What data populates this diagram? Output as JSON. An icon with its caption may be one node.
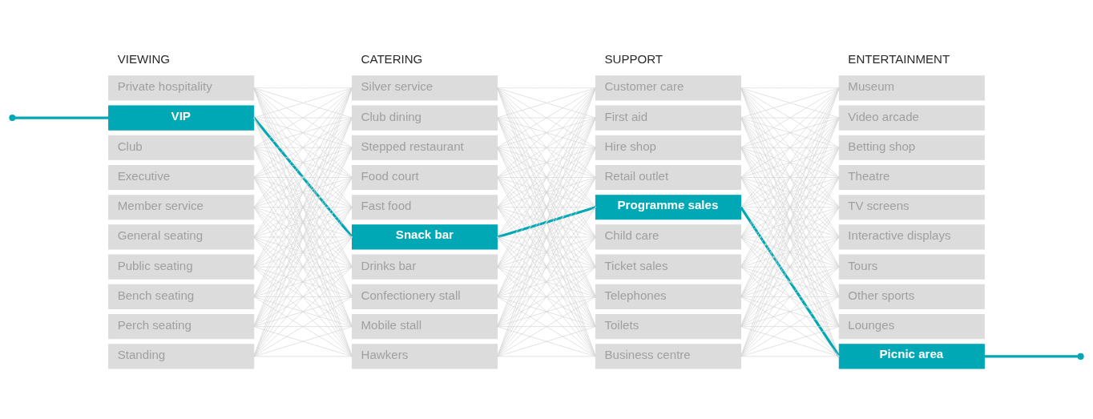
{
  "diagram": {
    "nodes": [
      {
        "text": [
          "Private hospitality"
        ]
      },
      {
        "text": [
          "VIP"
        ]
      },
      {
        "text": [
          "Club"
        ]
      },
      {
        "text": [
          "Executive"
        ]
      },
      {
        "text": [
          "Member service"
        ]
      },
      {
        "text": [
          "General seating"
        ]
      },
      {
        "text": [
          "Public seating"
        ]
      },
      {
        "text": [
          "Bench seating"
        ]
      },
      {
        "text": [
          "Perch seating"
        ]
      },
      {
        "text": [
          "Standing"
        ]
      },
      {
        "text": [
          "Silver service"
        ]
      },
      {
        "text": [
          "Club dining"
        ]
      },
      {
        "text": [
          "Stepped restaurant"
        ]
      },
      {
        "text": [
          "Food court"
        ]
      },
      {
        "text": [
          "Fast food"
        ]
      },
      {
        "text": [
          "Snack bar"
        ]
      },
      {
        "text": [
          "Drinks bar"
        ]
      },
      {
        "text": [
          "Confectionery stall"
        ]
      },
      {
        "text": [
          "Mobile stall"
        ]
      },
      {
        "text": [
          "Hawkers"
        ]
      },
      {
        "text": [
          "Customer care"
        ]
      },
      {
        "text": [
          "First aid"
        ]
      },
      {
        "text": [
          "Hire shop"
        ]
      },
      {
        "text": [
          "Retail outlet"
        ]
      },
      {
        "text": [
          "Programme sales"
        ]
      },
      {
        "text": [
          "Child care"
        ]
      },
      {
        "text": [
          "Ticket sales"
        ]
      },
      {
        "text": [
          "Telephones"
        ]
      },
      {
        "text": [
          "Toilets"
        ]
      },
      {
        "text": [
          "Business centre"
        ]
      },
      {
        "text": [
          "Museum"
        ]
      },
      {
        "text": [
          "Video arcade"
        ]
      },
      {
        "text": [
          "Betting shop"
        ]
      },
      {
        "text": [
          "Theatre"
        ]
      },
      {
        "text": [
          "TV screens"
        ]
      },
      {
        "text": [
          "Interactive displays"
        ]
      },
      {
        "text": [
          "Tours"
        ]
      },
      {
        "text": [
          "Other sports"
        ]
      },
      {
        "text": [
          "Lounges"
        ]
      },
      {
        "text": [
          "Picnic area"
        ]
      }
    ],
    "edges": [
      {
        "from": 0,
        "to": 10,
        "arrow": "none"
      },
      {
        "from": 0,
        "to": 11,
        "arrow": "none"
      },
      {
        "from": 0,
        "to": 12,
        "arrow": "none"
      },
      {
        "from": 0,
        "to": 13,
        "arrow": "none"
      },
      {
        "from": 0,
        "to": 14,
        "arrow": "none"
      },
      {
        "from": 0,
        "to": 15,
        "arrow": "none"
      },
      {
        "from": 0,
        "to": 16,
        "arrow": "none"
      },
      {
        "from": 0,
        "to": 17,
        "arrow": "none"
      },
      {
        "from": 0,
        "to": 18,
        "arrow": "none"
      },
      {
        "from": 0,
        "to": 19,
        "arrow": "none"
      },
      {
        "from": 1,
        "to": 10,
        "arrow": "none"
      },
      {
        "from": 1,
        "to": 11,
        "arrow": "none"
      },
      {
        "from": 1,
        "to": 12,
        "arrow": "none"
      },
      {
        "from": 1,
        "to": 13,
        "arrow": "none"
      },
      {
        "from": 1,
        "to": 14,
        "arrow": "none"
      },
      {
        "from": 1,
        "to": 16,
        "arrow": "none"
      },
      {
        "from": 1,
        "to": 17,
        "arrow": "none"
      },
      {
        "from": 1,
        "to": 18,
        "arrow": "none"
      },
      {
        "from": 1,
        "to": 19,
        "arrow": "none"
      },
      {
        "from": 2,
        "to": 10,
        "arrow": "none"
      },
      {
        "from": 2,
        "to": 11,
        "arrow": "none"
      },
      {
        "from": 2,
        "to": 12,
        "arrow": "none"
      },
      {
        "from": 2,
        "to": 13,
        "arrow": "none"
      },
      {
        "from": 2,
        "to": 14,
        "arrow": "none"
      },
      {
        "from": 2,
        "to": 15,
        "arrow": "none"
      },
      {
        "from": 2,
        "to": 16,
        "arrow": "none"
      },
      {
        "from": 2,
        "to": 17,
        "arrow": "none"
      },
      {
        "from": 2,
        "to": 18,
        "arrow": "none"
      },
      {
        "from": 2,
        "to": 19,
        "arrow": "none"
      },
      {
        "from": 3,
        "to": 10,
        "arrow": "none"
      },
      {
        "from": 3,
        "to": 11,
        "arrow": "none"
      },
      {
        "from": 3,
        "to": 12,
        "arrow": "none"
      },
      {
        "from": 3,
        "to": 13,
        "arrow": "none"
      },
      {
        "from": 3,
        "to": 14,
        "arrow": "none"
      },
      {
        "from": 3,
        "to": 15,
        "arrow": "none"
      },
      {
        "from": 3,
        "to": 16,
        "arrow": "none"
      },
      {
        "from": 3,
        "to": 17,
        "arrow": "none"
      },
      {
        "from": 3,
        "to": 18,
        "arrow": "none"
      },
      {
        "from": 3,
        "to": 19,
        "arrow": "none"
      },
      {
        "from": 4,
        "to": 10,
        "arrow": "none"
      },
      {
        "from": 4,
        "to": 11,
        "arrow": "none"
      },
      {
        "from": 4,
        "to": 12,
        "arrow": "none"
      },
      {
        "from": 4,
        "to": 13,
        "arrow": "none"
      },
      {
        "from": 4,
        "to": 14,
        "arrow": "none"
      },
      {
        "from": 4,
        "to": 15,
        "arrow": "none"
      },
      {
        "from": 4,
        "to": 16,
        "arrow": "none"
      },
      {
        "from": 4,
        "to": 17,
        "arrow": "none"
      },
      {
        "from": 4,
        "to": 18,
        "arrow": "none"
      },
      {
        "from": 4,
        "to": 19,
        "arrow": "none"
      },
      {
        "from": 5,
        "to": 10,
        "arrow": "none"
      },
      {
        "from": 5,
        "to": 11,
        "arrow": "none"
      },
      {
        "from": 5,
        "to": 12,
        "arrow": "none"
      },
      {
        "from": 5,
        "to": 13,
        "arrow": "none"
      },
      {
        "from": 5,
        "to": 14,
        "arrow": "none"
      },
      {
        "from": 5,
        "to": 15,
        "arrow": "none"
      },
      {
        "from": 5,
        "to": 16,
        "arrow": "none"
      },
      {
        "from": 5,
        "to": 17,
        "arrow": "none"
      },
      {
        "from": 5,
        "to": 18,
        "arrow": "none"
      },
      {
        "from": 5,
        "to": 19,
        "arrow": "none"
      },
      {
        "from": 6,
        "to": 10,
        "arrow": "none"
      },
      {
        "from": 6,
        "to": 11,
        "arrow": "none"
      },
      {
        "from": 6,
        "to": 12,
        "arrow": "none"
      },
      {
        "from": 6,
        "to": 13,
        "arrow": "none"
      },
      {
        "from": 6,
        "to": 14,
        "arrow": "none"
      },
      {
        "from": 6,
        "to": 15,
        "arrow": "none"
      },
      {
        "from": 6,
        "to": 16,
        "arrow": "none"
      },
      {
        "from": 6,
        "to": 17,
        "arrow": "none"
      },
      {
        "from": 6,
        "to": 18,
        "arrow": "none"
      },
      {
        "from": 6,
        "to": 19,
        "arrow": "none"
      },
      {
        "from": 7,
        "to": 10,
        "arrow": "none"
      },
      {
        "from": 7,
        "to": 11,
        "arrow": "none"
      },
      {
        "from": 7,
        "to": 12,
        "arrow": "none"
      },
      {
        "from": 7,
        "to": 13,
        "arrow": "none"
      },
      {
        "from": 7,
        "to": 14,
        "arrow": "none"
      },
      {
        "from": 7,
        "to": 15,
        "arrow": "none"
      },
      {
        "from": 7,
        "to": 16,
        "arrow": "none"
      },
      {
        "from": 7,
        "to": 17,
        "arrow": "none"
      },
      {
        "from": 7,
        "to": 18,
        "arrow": "none"
      },
      {
        "from": 7,
        "to": 19,
        "arrow": "none"
      },
      {
        "from": 8,
        "to": 10,
        "arrow": "none"
      },
      {
        "from": 8,
        "to": 11,
        "arrow": "none"
      },
      {
        "from": 8,
        "to": 12,
        "arrow": "none"
      },
      {
        "from": 8,
        "to": 13,
        "arrow": "none"
      },
      {
        "from": 8,
        "to": 14,
        "arrow": "none"
      },
      {
        "from": 8,
        "to": 15,
        "arrow": "none"
      },
      {
        "from": 8,
        "to": 16,
        "arrow": "none"
      },
      {
        "from": 8,
        "to": 17,
        "arrow": "none"
      },
      {
        "from": 8,
        "to": 18,
        "arrow": "none"
      },
      {
        "from": 8,
        "to": 19,
        "arrow": "none"
      },
      {
        "from": 9,
        "to": 10,
        "arrow": "none"
      },
      {
        "from": 9,
        "to": 11,
        "arrow": "none"
      },
      {
        "from": 9,
        "to": 12,
        "arrow": "none"
      },
      {
        "from": 9,
        "to": 13,
        "arrow": "none"
      },
      {
        "from": 9,
        "to": 14,
        "arrow": "none"
      },
      {
        "from": 9,
        "to": 15,
        "arrow": "none"
      },
      {
        "from": 9,
        "to": 16,
        "arrow": "none"
      },
      {
        "from": 9,
        "to": 17,
        "arrow": "none"
      },
      {
        "from": 9,
        "to": 18,
        "arrow": "none"
      },
      {
        "from": 9,
        "to": 19,
        "arrow": "none"
      },
      {
        "from": 10,
        "to": 20,
        "arrow": "none"
      },
      {
        "from": 10,
        "to": 21,
        "arrow": "none"
      },
      {
        "from": 10,
        "to": 22,
        "arrow": "none"
      },
      {
        "from": 10,
        "to": 23,
        "arrow": "none"
      },
      {
        "from": 10,
        "to": 24,
        "arrow": "none"
      },
      {
        "from": 10,
        "to": 25,
        "arrow": "none"
      },
      {
        "from": 10,
        "to": 26,
        "arrow": "none"
      },
      {
        "from": 10,
        "to": 27,
        "arrow": "none"
      },
      {
        "from": 10,
        "to": 28,
        "arrow": "none"
      },
      {
        "from": 10,
        "to": 29,
        "arrow": "none"
      },
      {
        "from": 11,
        "to": 20,
        "arrow": "none"
      },
      {
        "from": 11,
        "to": 21,
        "arrow": "none"
      },
      {
        "from": 11,
        "to": 22,
        "arrow": "none"
      },
      {
        "from": 11,
        "to": 23,
        "arrow": "none"
      },
      {
        "from": 11,
        "to": 24,
        "arrow": "none"
      },
      {
        "from": 11,
        "to": 25,
        "arrow": "none"
      },
      {
        "from": 11,
        "to": 26,
        "arrow": "none"
      },
      {
        "from": 11,
        "to": 27,
        "arrow": "none"
      },
      {
        "from": 11,
        "to": 28,
        "arrow": "none"
      },
      {
        "from": 11,
        "to": 29,
        "arrow": "none"
      },
      {
        "from": 12,
        "to": 20,
        "arrow": "none"
      },
      {
        "from": 12,
        "to": 21,
        "arrow": "none"
      },
      {
        "from": 12,
        "to": 22,
        "arrow": "none"
      },
      {
        "from": 12,
        "to": 23,
        "arrow": "none"
      },
      {
        "from": 12,
        "to": 24,
        "arrow": "none"
      },
      {
        "from": 12,
        "to": 25,
        "arrow": "none"
      },
      {
        "from": 12,
        "to": 26,
        "arrow": "none"
      },
      {
        "from": 12,
        "to": 27,
        "arrow": "none"
      },
      {
        "from": 12,
        "to": 28,
        "arrow": "none"
      },
      {
        "from": 12,
        "to": 29,
        "arrow": "none"
      },
      {
        "from": 13,
        "to": 20,
        "arrow": "none"
      },
      {
        "from": 13,
        "to": 21,
        "arrow": "none"
      },
      {
        "from": 13,
        "to": 22,
        "arrow": "none"
      },
      {
        "from": 13,
        "to": 23,
        "arrow": "none"
      },
      {
        "from": 13,
        "to": 24,
        "arrow": "none"
      },
      {
        "from": 13,
        "to": 25,
        "arrow": "none"
      },
      {
        "from": 13,
        "to": 26,
        "arrow": "none"
      },
      {
        "from": 13,
        "to": 27,
        "arrow": "none"
      },
      {
        "from": 13,
        "to": 28,
        "arrow": "none"
      },
      {
        "from": 13,
        "to": 29,
        "arrow": "none"
      },
      {
        "from": 14,
        "to": 20,
        "arrow": "none"
      },
      {
        "from": 14,
        "to": 21,
        "arrow": "none"
      },
      {
        "from": 14,
        "to": 22,
        "arrow": "none"
      },
      {
        "from": 14,
        "to": 23,
        "arrow": "none"
      },
      {
        "from": 14,
        "to": 24,
        "arrow": "none"
      },
      {
        "from": 14,
        "to": 25,
        "arrow": "none"
      },
      {
        "from": 14,
        "to": 26,
        "arrow": "none"
      },
      {
        "from": 14,
        "to": 27,
        "arrow": "none"
      },
      {
        "from": 14,
        "to": 28,
        "arrow": "none"
      },
      {
        "from": 14,
        "to": 29,
        "arrow": "none"
      },
      {
        "from": 15,
        "to": 20,
        "arrow": "none"
      },
      {
        "from": 15,
        "to": 21,
        "arrow": "none"
      },
      {
        "from": 15,
        "to": 22,
        "arrow": "none"
      },
      {
        "from": 15,
        "to": 23,
        "arrow": "none"
      },
      {
        "from": 15,
        "to": 25,
        "arrow": "none"
      },
      {
        "from": 15,
        "to": 26,
        "arrow": "none"
      },
      {
        "from": 15,
        "to": 27,
        "arrow": "none"
      },
      {
        "from": 15,
        "to": 28,
        "arrow": "none"
      },
      {
        "from": 15,
        "to": 29,
        "arrow": "none"
      },
      {
        "from": 16,
        "to": 20,
        "arrow": "none"
      },
      {
        "from": 16,
        "to": 21,
        "arrow": "none"
      },
      {
        "from": 16,
        "to": 22,
        "arrow": "none"
      },
      {
        "from": 16,
        "to": 23,
        "arrow": "none"
      },
      {
        "from": 16,
        "to": 24,
        "arrow": "none"
      },
      {
        "from": 16,
        "to": 25,
        "arrow": "none"
      },
      {
        "from": 16,
        "to": 26,
        "arrow": "none"
      },
      {
        "from": 16,
        "to": 27,
        "arrow": "none"
      },
      {
        "from": 16,
        "to": 28,
        "arrow": "none"
      },
      {
        "from": 16,
        "to": 29,
        "arrow": "none"
      },
      {
        "from": 17,
        "to": 20,
        "arrow": "none"
      },
      {
        "from": 17,
        "to": 21,
        "arrow": "none"
      },
      {
        "from": 17,
        "to": 22,
        "arrow": "none"
      },
      {
        "from": 17,
        "to": 23,
        "arrow": "none"
      },
      {
        "from": 17,
        "to": 24,
        "arrow": "none"
      },
      {
        "from": 17,
        "to": 25,
        "arrow": "none"
      },
      {
        "from": 17,
        "to": 26,
        "arrow": "none"
      },
      {
        "from": 17,
        "to": 27,
        "arrow": "none"
      },
      {
        "from": 17,
        "to": 28,
        "arrow": "none"
      },
      {
        "from": 17,
        "to": 29,
        "arrow": "none"
      },
      {
        "from": 18,
        "to": 20,
        "arrow": "none"
      },
      {
        "from": 18,
        "to": 21,
        "arrow": "none"
      },
      {
        "from": 18,
        "to": 22,
        "arrow": "none"
      },
      {
        "from": 18,
        "to": 23,
        "arrow": "none"
      },
      {
        "from": 18,
        "to": 24,
        "arrow": "none"
      },
      {
        "from": 18,
        "to": 25,
        "arrow": "none"
      },
      {
        "from": 18,
        "to": 26,
        "arrow": "none"
      },
      {
        "from": 18,
        "to": 27,
        "arrow": "none"
      },
      {
        "from": 18,
        "to": 28,
        "arrow": "none"
      },
      {
        "from": 18,
        "to": 29,
        "arrow": "none"
      },
      {
        "from": 19,
        "to": 20,
        "arrow": "none"
      },
      {
        "from": 19,
        "to": 21,
        "arrow": "none"
      },
      {
        "from": 19,
        "to": 22,
        "arrow": "none"
      },
      {
        "from": 19,
        "to": 23,
        "arrow": "none"
      },
      {
        "from": 19,
        "to": 24,
        "arrow": "none"
      },
      {
        "from": 19,
        "to": 25,
        "arrow": "none"
      },
      {
        "from": 19,
        "to": 26,
        "arrow": "none"
      },
      {
        "from": 19,
        "to": 27,
        "arrow": "none"
      },
      {
        "from": 19,
        "to": 28,
        "arrow": "none"
      },
      {
        "from": 19,
        "to": 29,
        "arrow": "none"
      },
      {
        "from": 20,
        "to": 30,
        "arrow": "none"
      },
      {
        "from": 20,
        "to": 31,
        "arrow": "none"
      },
      {
        "from": 20,
        "to": 32,
        "arrow": "none"
      },
      {
        "from": 20,
        "to": 33,
        "arrow": "none"
      },
      {
        "from": 20,
        "to": 34,
        "arrow": "none"
      },
      {
        "from": 20,
        "to": 35,
        "arrow": "none"
      },
      {
        "from": 20,
        "to": 36,
        "arrow": "none"
      },
      {
        "from": 20,
        "to": 37,
        "arrow": "none"
      },
      {
        "from": 20,
        "to": 38,
        "arrow": "none"
      },
      {
        "from": 20,
        "to": 39,
        "arrow": "none"
      },
      {
        "from": 21,
        "to": 30,
        "arrow": "none"
      },
      {
        "from": 21,
        "to": 31,
        "arrow": "none"
      },
      {
        "from": 21,
        "to": 32,
        "arrow": "none"
      },
      {
        "from": 21,
        "to": 33,
        "arrow": "none"
      },
      {
        "from": 21,
        "to": 34,
        "arrow": "none"
      },
      {
        "from": 21,
        "to": 35,
        "arrow": "none"
      },
      {
        "from": 21,
        "to": 36,
        "arrow": "none"
      },
      {
        "from": 21,
        "to": 37,
        "arrow": "none"
      },
      {
        "from": 21,
        "to": 38,
        "arrow": "none"
      },
      {
        "from": 21,
        "to": 39,
        "arrow": "none"
      },
      {
        "from": 22,
        "to": 30,
        "arrow": "none"
      },
      {
        "from": 22,
        "to": 31,
        "arrow": "none"
      },
      {
        "from": 22,
        "to": 32,
        "arrow": "none"
      },
      {
        "from": 22,
        "to": 33,
        "arrow": "none"
      },
      {
        "from": 22,
        "to": 34,
        "arrow": "none"
      },
      {
        "from": 22,
        "to": 35,
        "arrow": "none"
      },
      {
        "from": 22,
        "to": 36,
        "arrow": "none"
      },
      {
        "from": 22,
        "to": 37,
        "arrow": "none"
      },
      {
        "from": 22,
        "to": 38,
        "arrow": "none"
      },
      {
        "from": 22,
        "to": 39,
        "arrow": "none"
      },
      {
        "from": 23,
        "to": 30,
        "arrow": "none"
      },
      {
        "from": 23,
        "to": 31,
        "arrow": "none"
      },
      {
        "from": 23,
        "to": 32,
        "arrow": "none"
      },
      {
        "from": 23,
        "to": 33,
        "arrow": "none"
      },
      {
        "from": 23,
        "to": 34,
        "arrow": "none"
      },
      {
        "from": 23,
        "to": 35,
        "arrow": "none"
      },
      {
        "from": 23,
        "to": 36,
        "arrow": "none"
      },
      {
        "from": 23,
        "to": 37,
        "arrow": "none"
      },
      {
        "from": 23,
        "to": 38,
        "arrow": "none"
      },
      {
        "from": 23,
        "to": 39,
        "arrow": "none"
      },
      {
        "from": 24,
        "to": 30,
        "arrow": "none"
      },
      {
        "from": 24,
        "to": 31,
        "arrow": "none"
      },
      {
        "from": 24,
        "to": 32,
        "arrow": "none"
      },
      {
        "from": 24,
        "to": 33,
        "arrow": "none"
      },
      {
        "from": 24,
        "to": 34,
        "arrow": "none"
      },
      {
        "from": 24,
        "to": 35,
        "arrow": "none"
      },
      {
        "from": 24,
        "to": 36,
        "arrow": "none"
      },
      {
        "from": 24,
        "to": 37,
        "arrow": "none"
      },
      {
        "from": 24,
        "to": 38,
        "arrow": "none"
      },
      {
        "from": 25,
        "to": 30,
        "arrow": "none"
      },
      {
        "from": 25,
        "to": 31,
        "arrow": "none"
      },
      {
        "from": 25,
        "to": 32,
        "arrow": "none"
      },
      {
        "from": 25,
        "to": 33,
        "arrow": "none"
      },
      {
        "from": 25,
        "to": 34,
        "arrow": "none"
      },
      {
        "from": 25,
        "to": 35,
        "arrow": "none"
      },
      {
        "from": 25,
        "to": 36,
        "arrow": "none"
      },
      {
        "from": 25,
        "to": 37,
        "arrow": "none"
      },
      {
        "from": 25,
        "to": 38,
        "arrow": "none"
      },
      {
        "from": 25,
        "to": 39,
        "arrow": "none"
      },
      {
        "from": 26,
        "to": 30,
        "arrow": "none"
      },
      {
        "from": 26,
        "to": 31,
        "arrow": "none"
      },
      {
        "from": 26,
        "to": 32,
        "arrow": "none"
      },
      {
        "from": 26,
        "to": 33,
        "arrow": "none"
      },
      {
        "from": 26,
        "to": 34,
        "arrow": "none"
      },
      {
        "from": 26,
        "to": 35,
        "arrow": "none"
      },
      {
        "from": 26,
        "to": 36,
        "arrow": "none"
      },
      {
        "from": 26,
        "to": 37,
        "arrow": "none"
      },
      {
        "from": 26,
        "to": 38,
        "arrow": "none"
      },
      {
        "from": 26,
        "to": 39,
        "arrow": "none"
      },
      {
        "from": 27,
        "to": 30,
        "arrow": "none"
      },
      {
        "from": 27,
        "to": 31,
        "arrow": "none"
      },
      {
        "from": 27,
        "to": 32,
        "arrow": "none"
      },
      {
        "from": 27,
        "to": 33,
        "arrow": "none"
      },
      {
        "from": 27,
        "to": 34,
        "arrow": "none"
      },
      {
        "from": 27,
        "to": 35,
        "arrow": "none"
      },
      {
        "from": 27,
        "to": 36,
        "arrow": "none"
      },
      {
        "from": 27,
        "to": 37,
        "arrow": "none"
      },
      {
        "from": 27,
        "to": 38,
        "arrow": "none"
      },
      {
        "from": 27,
        "to": 39,
        "arrow": "none"
      },
      {
        "from": 28,
        "to": 30,
        "arrow": "none"
      },
      {
        "from": 28,
        "to": 31,
        "arrow": "none"
      },
      {
        "from": 28,
        "to": 32,
        "arrow": "none"
      },
      {
        "from": 28,
        "to": 33,
        "arrow": "none"
      },
      {
        "from": 28,
        "to": 34,
        "arrow": "none"
      },
      {
        "from": 28,
        "to": 35,
        "arrow": "none"
      },
      {
        "from": 28,
        "to": 36,
        "arrow": "none"
      },
      {
        "from": 28,
        "to": 37,
        "arrow": "none"
      },
      {
        "from": 28,
        "to": 38,
        "arrow": "none"
      },
      {
        "from": 28,
        "to": 39,
        "arrow": "none"
      },
      {
        "from": 29,
        "to": 30,
        "arrow": "none"
      },
      {
        "from": 29,
        "to": 31,
        "arrow": "none"
      },
      {
        "from": 29,
        "to": 32,
        "arrow": "none"
      },
      {
        "from": 29,
        "to": 33,
        "arrow": "none"
      },
      {
        "from": 29,
        "to": 34,
        "arrow": "none"
      },
      {
        "from": 29,
        "to": 35,
        "arrow": "none"
      },
      {
        "from": 29,
        "to": 36,
        "arrow": "none"
      },
      {
        "from": 29,
        "to": 37,
        "arrow": "none"
      },
      {
        "from": 29,
        "to": 38,
        "arrow": "none"
      },
      {
        "from": 29,
        "to": 39,
        "arrow": "none"
      },
      {
        "from": null,
        "to": 1,
        "arrow": "other",
        "color": "#00a8b5",
        "style": "thick"
      },
      {
        "from": 1,
        "to": 15,
        "arrow": "none",
        "color": "#00a8b5",
        "style": "thick"
      },
      {
        "from": 15,
        "to": 24,
        "arrow": "none",
        "color": "#00a8b5",
        "style": "thick"
      },
      {
        "from": 24,
        "to": 39,
        "arrow": "none",
        "color": "#00a8b5",
        "style": "thick"
      },
      {
        "from": 39,
        "to": null,
        "arrow": "other",
        "color": "#00a8b5",
        "style": "thick"
      }
    ],
    "labels": [
      "VIEWING",
      "CATERING",
      "SUPPORT",
      "ENTERTAINMENT"
    ]
  }
}
